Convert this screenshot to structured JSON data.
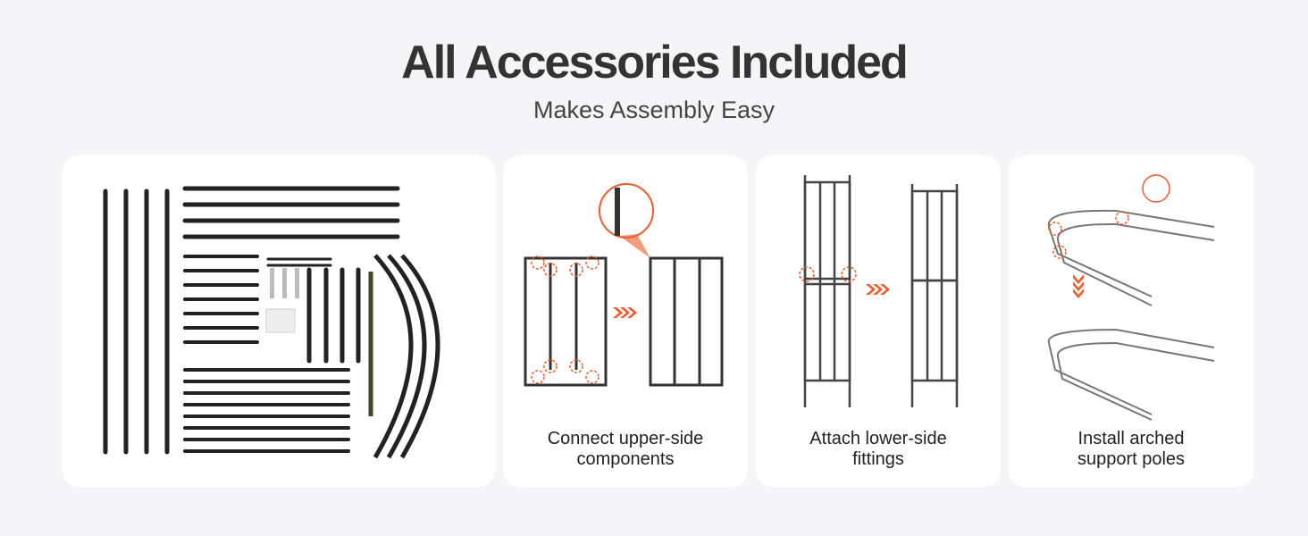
{
  "header": {
    "title": "All Accessories Included",
    "subtitle": "Makes Assembly Easy"
  },
  "steps": [
    {
      "caption_line1": "Connect upper-side",
      "caption_line2": "components"
    },
    {
      "caption_line1": "Attach lower-side",
      "caption_line2": "fittings"
    },
    {
      "caption_line1": "Install arched",
      "caption_line2": "support poles"
    }
  ],
  "colors": {
    "accent": "#f05a28",
    "frame": "#333333",
    "background": "#f4f5f9"
  }
}
